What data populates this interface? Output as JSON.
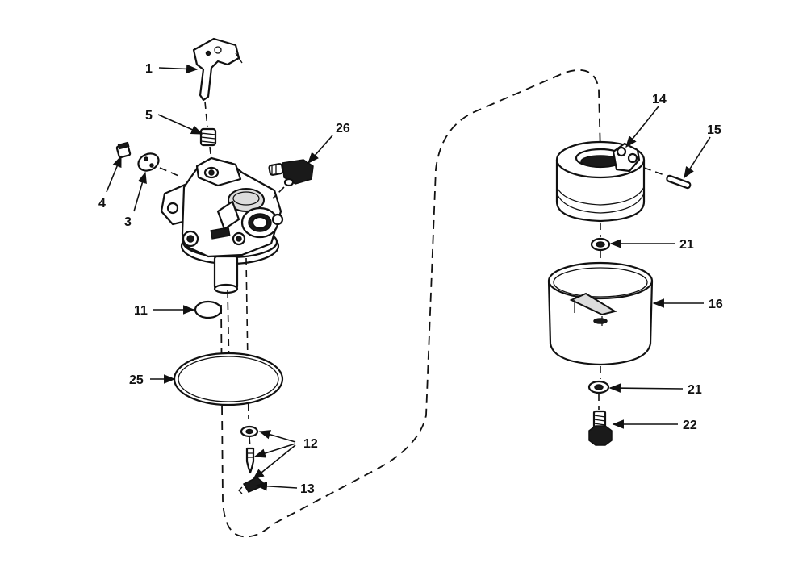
{
  "callouts": {
    "c1": "1",
    "c3": "3",
    "c4": "4",
    "c5": "5",
    "c11": "11",
    "c12": "12",
    "c13": "13",
    "c14": "14",
    "c15": "15",
    "c16": "16",
    "c21a": "21",
    "c21b": "21",
    "c22": "22",
    "c25": "25",
    "c26": "26"
  },
  "colors": {
    "ink": "#111111",
    "background": "#ffffff"
  }
}
